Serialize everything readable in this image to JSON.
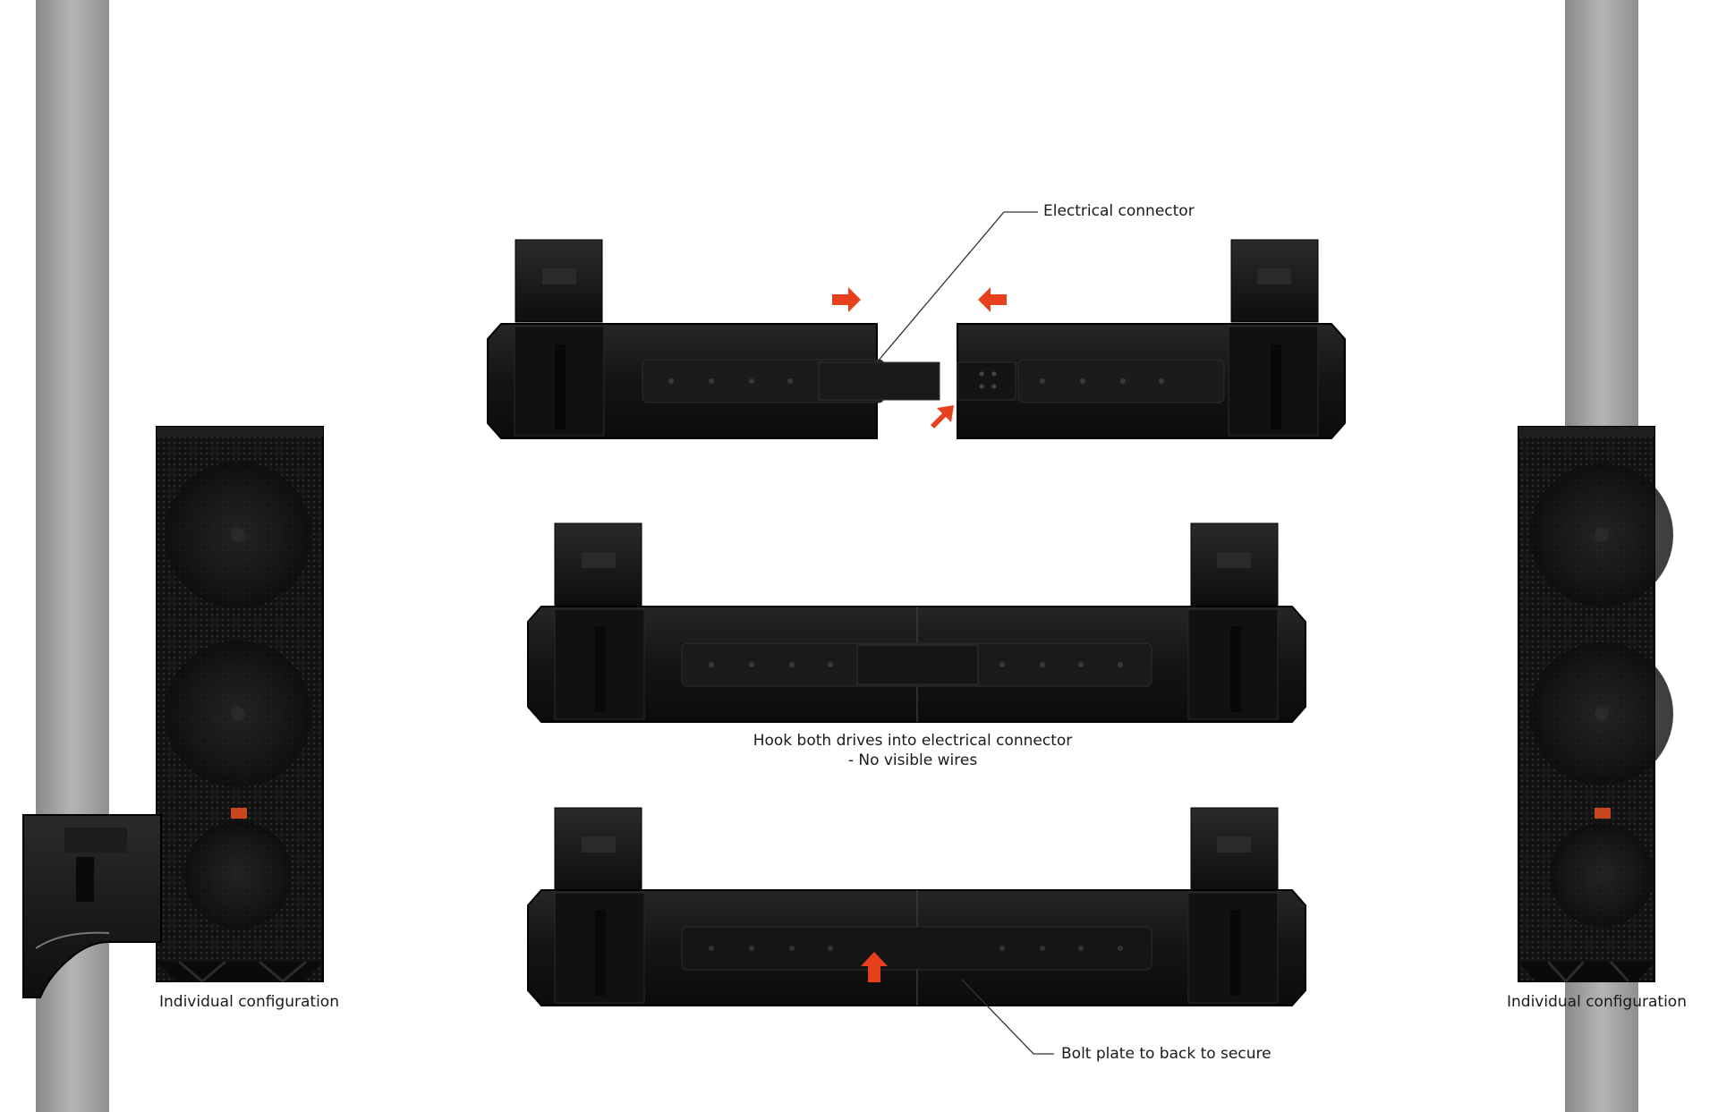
{
  "labels": {
    "electrical_connector": "Electrical connector",
    "hook_line1": "Hook both drives into electrical connector",
    "hook_line2": "- No visible wires",
    "bolt_plate": "Bolt plate to back to secure",
    "individual_left": "Individual configuration",
    "individual_right": "Individual configuration"
  },
  "colors": {
    "pole": "#9a9a9a",
    "speaker_body": "#151515",
    "arrow": "#e8401c",
    "leader_line": "#333333"
  }
}
